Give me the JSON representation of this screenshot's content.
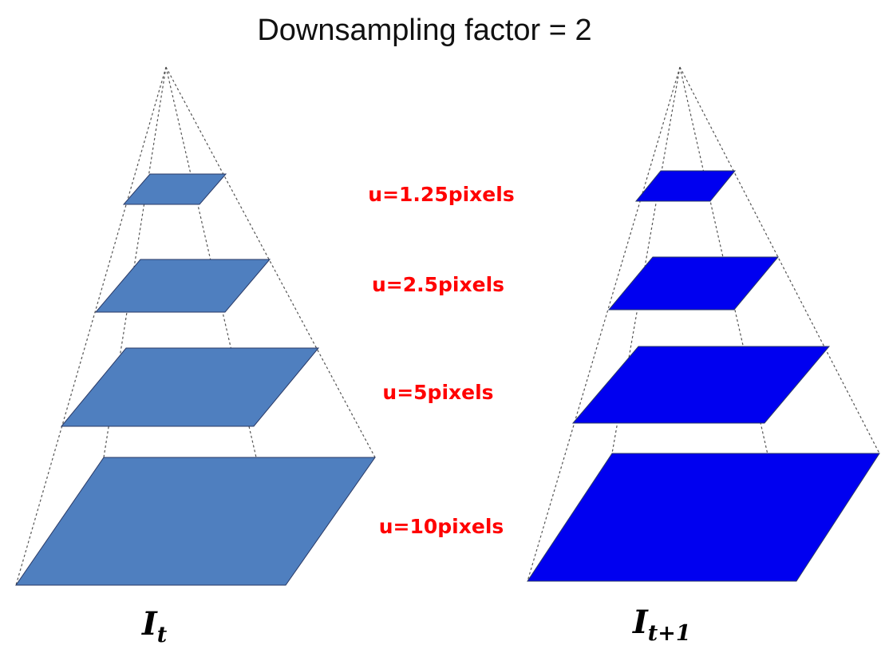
{
  "title": "Downsampling factor = 2",
  "levels": [
    {
      "label": "u=1.25pixels"
    },
    {
      "label": "u=2.5pixels"
    },
    {
      "label": "u=5pixels"
    },
    {
      "label": "u=10pixels"
    }
  ],
  "pyramids": [
    {
      "base": "I",
      "subscript": "t",
      "fill": "#4f7fbf"
    },
    {
      "base": "I",
      "subscript": "t+1",
      "fill": "#0000f0"
    }
  ],
  "label_color": "#ff0000"
}
